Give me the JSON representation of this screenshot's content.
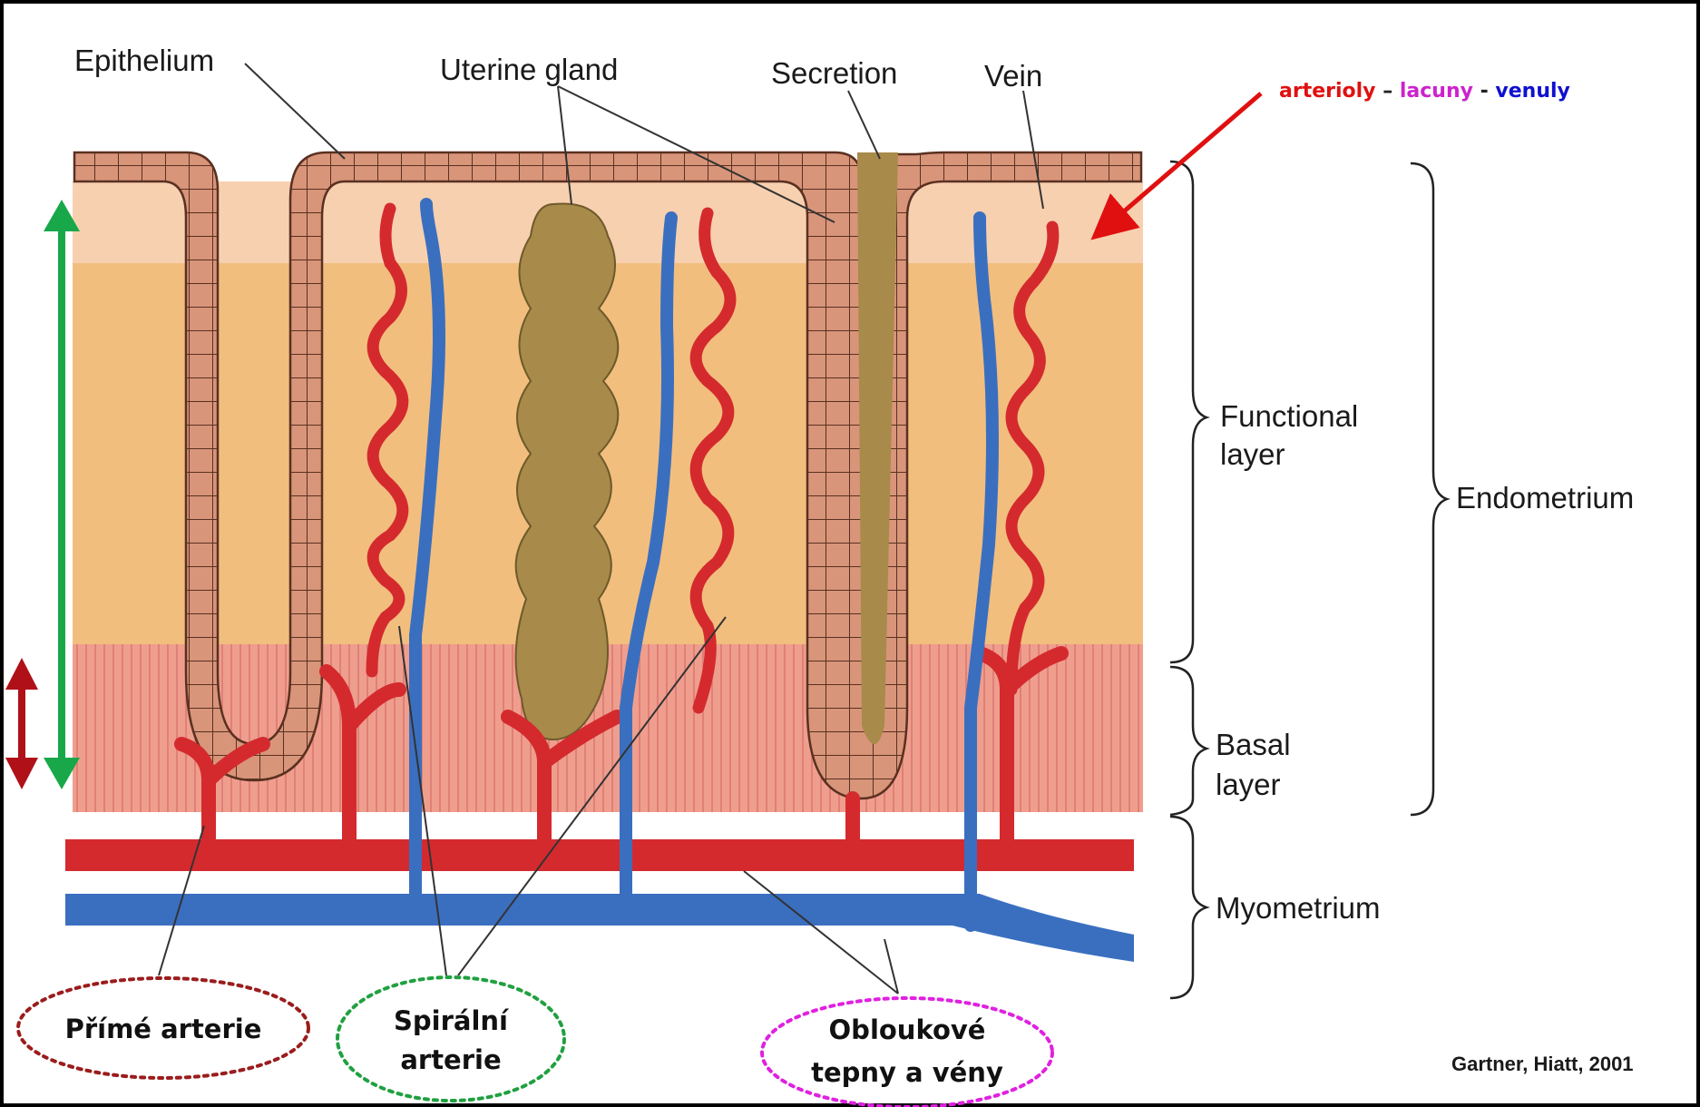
{
  "labels": {
    "epithelium": "Epithelium",
    "uterine_gland": "Uterine gland",
    "secretion": "Secretion",
    "vein": "Vein",
    "functional_layer_line1": "Functional",
    "functional_layer_line2": "layer",
    "endometrium": "Endometrium",
    "basal_layer_line1": "Basal",
    "basal_layer_line2": "layer",
    "myometrium": "Myometrium"
  },
  "legend": {
    "arterioly": "arterioly",
    "sep1": " – ",
    "lacuny": "lacuny",
    "sep2": " - ",
    "venuly": "venuly"
  },
  "callouts": {
    "prime_arterie": "Přímé arterie",
    "spiralni_line1": "Spirální",
    "spiralni_line2": "arterie",
    "obloukove_line1": "Obloukové",
    "obloukove_line2": "tepny a vény"
  },
  "credit": "Gartner, Hiatt, 2001",
  "colors": {
    "artery": "#d42a2e",
    "vein": "#3a6fc0",
    "gland": "#a88a4a",
    "epithelium": "#d8957a",
    "functional_layer": "#f2be7e",
    "basal_layer": "#ee9a8e",
    "green_arrow": "#18a84a",
    "darkred_arrow": "#b01018",
    "legend_arterioly": "#e01010",
    "legend_lacuny": "#cc22cc",
    "legend_venuly": "#1010d0",
    "prime_ellipse": "#9b1c1c",
    "spiralni_ellipse": "#20a040",
    "obloukove_ellipse": "#e020e0"
  }
}
